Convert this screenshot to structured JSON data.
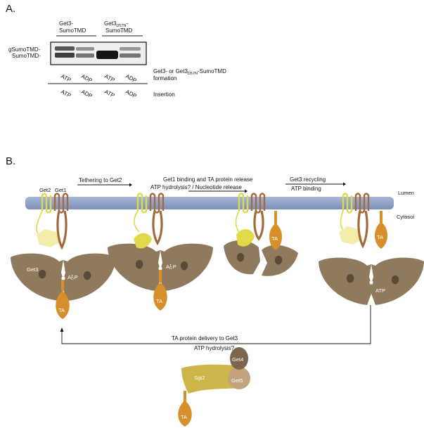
{
  "panel_a": {
    "label": "A.",
    "col_group_1": [
      "Get3-",
      "SumoTMD"
    ],
    "col_group_2_line1_main": "Get3",
    "col_group_2_line1_sub": "D57N",
    "col_group_2_line1_dash": "-",
    "col_group_2_line2": "SumoTMD",
    "row_label_top": "gSumoTMD-",
    "row_label_bottom": "SumoTMD-",
    "formation_lanes": [
      "ATP",
      "ADP",
      "ATP",
      "ADP"
    ],
    "formation_label_part1": "Get3- or Get3",
    "formation_label_sub": "D57N",
    "formation_label_part2": "-SumoTMD",
    "formation_label_line2": "formation",
    "insertion_lanes": [
      "ATP",
      "ADP",
      "ATP",
      "ADP"
    ],
    "insertion_label": "Insertion"
  },
  "panel_b": {
    "label": "B.",
    "step1": "Tethering to Get2",
    "step2_line1": "Get1 binding and TA protein release",
    "step2_line2": "ATP hydrolysis? / Nucleotide release",
    "step3_line1": "Get3 recycling",
    "step3_line2": "ATP binding",
    "lumen": "Lumen",
    "cytosol": "Cytosol",
    "get2": "Get2",
    "get1": "Get1",
    "get3": "Get3",
    "adp_pi_1": "A",
    "adp_pi_2": "T",
    "adp_pi_3": "D",
    "adp_pi_4": "P",
    "ta": "TA",
    "atp": "ATP",
    "return_line1": "TA protein delivery to Get3",
    "return_line2": "ATP hydrolysis?",
    "sgt2": "Sgt2",
    "get4": "Get4",
    "get5": "Get5"
  },
  "colors": {
    "membrane": "#8ea2c8",
    "get2_yellow": "#e0d94a",
    "get2_pale": "#f3ecaa",
    "get1_brown": "#a46a3c",
    "get3_body": "#8f7a5e",
    "get3_spot": "#5a4a38",
    "ta_orange": "#d68f2a",
    "sgt2": "#cdb54a",
    "get4": "#7d6650",
    "get5": "#c2a37c"
  }
}
